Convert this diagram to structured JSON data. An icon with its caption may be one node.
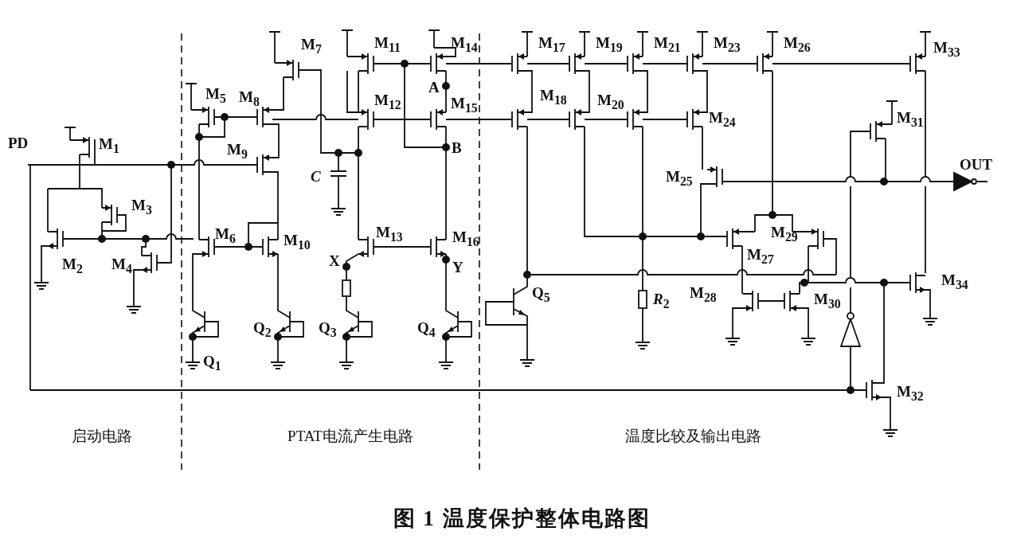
{
  "diagram": {
    "caption": "图 1 温度保护整体电路图",
    "labels": [
      "M$_{7}$",
      "M$_{11}$",
      "M$_{14}$",
      "M$_{17}$",
      "M$_{19}$",
      "M$_{21}$",
      "M$_{23}$",
      "M$_{26}$",
      "M$_{33}$",
      "A",
      "M$_{5}$",
      "M$_{8}$",
      "M$_{12}$",
      "M$_{15}$",
      "M$_{18}$",
      "M$_{20}$",
      "M$_{24}$",
      "M$_{31}$",
      "PD",
      "M$_{1}$",
      "M$_{9}$",
      "B",
      "OUT",
      "C",
      "M$_{25}$",
      "M$_{3}$",
      "M$_{6}$",
      "M$_{10}$",
      "M$_{13}$",
      "M$_{16}$",
      "M$_{29}$",
      "M$_{2}$",
      "M$_{4}$",
      "X",
      "Y",
      "M$_{27}$",
      "M$_{34}$",
      "Q$_{5}$",
      "*R*$_{2}$",
      "M$_{28}$",
      "M$_{30}$",
      "Q$_{2}$",
      "Q$_{3}$",
      "Q$_{4}$",
      "Q$_{1}$",
      "M$_{32}$",
      "启动电路",
      "PTAT电流产生电路",
      "温度比较及输出电路"
    ]
  }
}
